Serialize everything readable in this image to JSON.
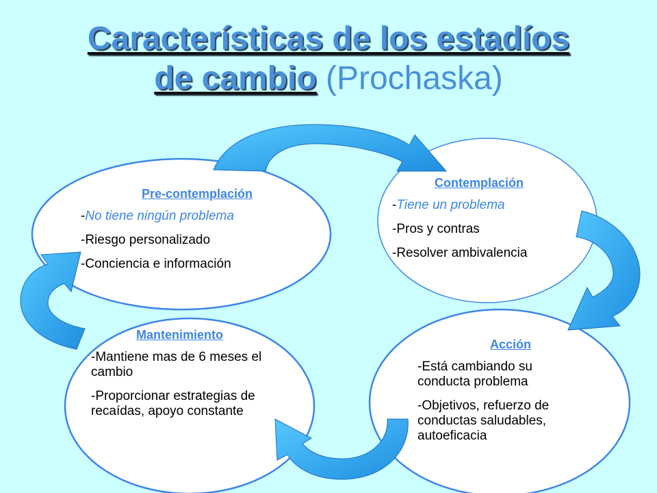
{
  "title": {
    "main_line1": "Características de los estadíos",
    "main_line2": "de cambio",
    "sub": "(Prochaska)"
  },
  "colors": {
    "background": "#ccffff",
    "accent": "#3d86e6",
    "arrow": "#33aaee",
    "ellipse_fill": "#ffffff"
  },
  "stages": {
    "precontemplacion": {
      "heading": "Pre-contemplación",
      "items": [
        "No tiene ningún problema",
        "-Riesgo personalizado",
        "-Conciencia e información"
      ]
    },
    "contemplacion": {
      "heading": "Contemplación",
      "items": [
        "Tiene un problema",
        "-Pros y contras",
        "-Resolver ambivalencia"
      ]
    },
    "accion": {
      "heading": "Acción",
      "items": [
        "-Está cambiando su conducta problema",
        "-Objetivos, refuerzo de conductas saludables, autoeficacia"
      ]
    },
    "mantenimiento": {
      "heading": "Mantenimiento",
      "items": [
        "-Mantiene mas de 6 meses el cambio",
        "-Proporcionar estrategias de recaídas, apoyo constante"
      ]
    }
  }
}
